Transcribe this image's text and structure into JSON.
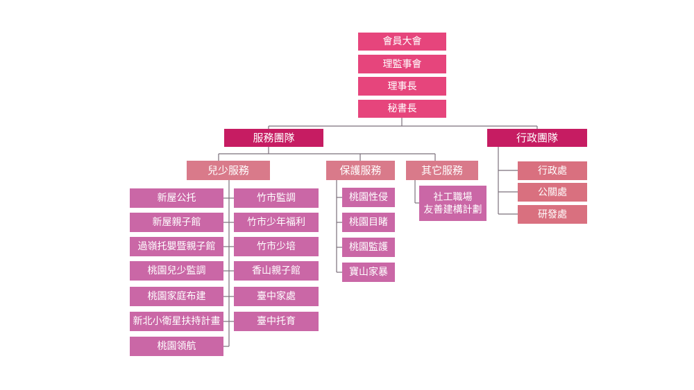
{
  "colors": {
    "top": "#e6457c",
    "team": "#c61c62",
    "category": "#d97a8a",
    "unit": "#ca67a6",
    "admin_unit": "#d9707f",
    "line": "#7a6f7a"
  },
  "top_chain": [
    "會員大會",
    "理監事會",
    "理事長",
    "秘書長"
  ],
  "teams": {
    "service": "服務團隊",
    "admin": "行政團隊"
  },
  "categories": {
    "children": "兒少服務",
    "protection": "保護服務",
    "other": "其它服務"
  },
  "children_left": [
    "新屋公托",
    "新屋親子館",
    "過嶺托嬰暨親子館",
    "桃園兒少監調",
    "桃園家庭布建",
    "新北小衛星扶持計畫",
    "桃園領航"
  ],
  "children_right": [
    "竹市監調",
    "竹市少年福利",
    "竹市少培",
    "香山親子館",
    "臺中家處",
    "臺中托育"
  ],
  "protection_units": [
    "桃園性侵",
    "桃園目睹",
    "桃園監護",
    "寶山家暴"
  ],
  "other_unit": {
    "line1": "社工職場",
    "line2": "友善建構計劃"
  },
  "admin_units": [
    "行政處",
    "公關處",
    "研發處"
  ]
}
